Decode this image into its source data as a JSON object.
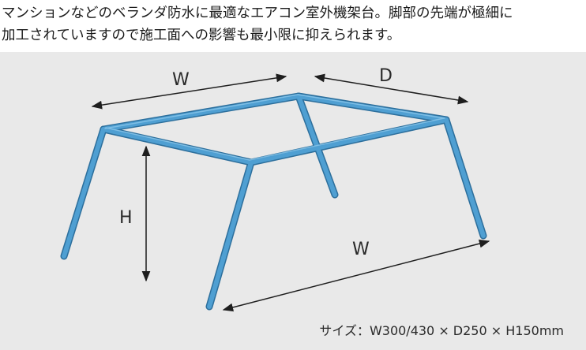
{
  "description": {
    "line1": "マンションなどのベランダ防水に最適なエアコン室外機架台。脚部の先端が極細に",
    "line2": "加工されていますので施工面への影響も最小限に抑えられます。"
  },
  "figure": {
    "labels": {
      "width_top": "W",
      "depth": "D",
      "height": "H",
      "width_bottom": "W"
    },
    "size_text": "サイズ：W300/430 × D250 × H150mm",
    "colors": {
      "frame": "#4f9fd2",
      "frame_edge": "#2d6f9c",
      "background": "#e9e9e9",
      "arrow": "#1e1e1e"
    }
  }
}
